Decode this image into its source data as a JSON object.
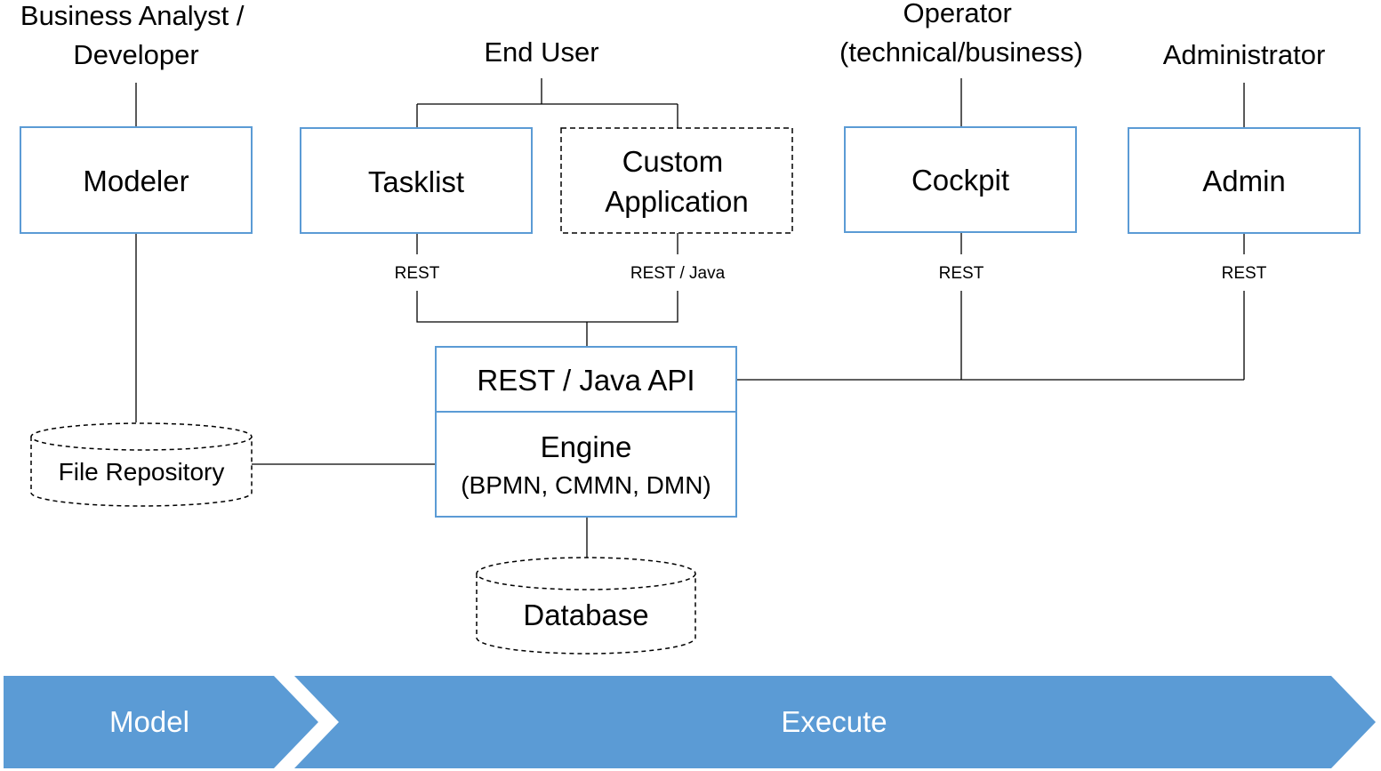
{
  "roles": {
    "analyst": [
      "Business Analyst /",
      "Developer"
    ],
    "end_user": "End User",
    "operator": [
      "Operator",
      "(technical/business)"
    ],
    "administrator": "Administrator"
  },
  "apps": {
    "modeler": "Modeler",
    "tasklist": "Tasklist",
    "custom_app": [
      "Custom",
      "Application"
    ],
    "cockpit": "Cockpit",
    "admin": "Admin"
  },
  "protocols": {
    "tasklist": "REST",
    "custom_app": "REST / Java",
    "cockpit": "REST",
    "admin": "REST"
  },
  "core": {
    "api": "REST / Java API",
    "engine": "Engine",
    "engine_standards": "(BPMN, CMMN, DMN)"
  },
  "stores": {
    "file_repository": "File Repository",
    "database": "Database"
  },
  "phases": {
    "model": "Model",
    "execute": "Execute"
  },
  "colors": {
    "box_border": "#5b9bd5",
    "phase_fill": "#5b9bd5",
    "connector": "#000000"
  }
}
